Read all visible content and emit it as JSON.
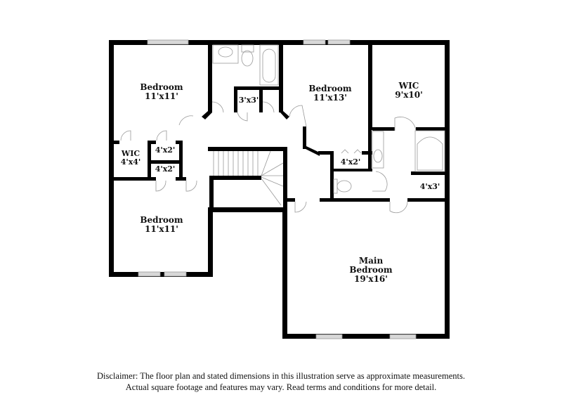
{
  "rooms": {
    "bedroom_nw": {
      "name": "Bedroom",
      "dims": "11'x11'"
    },
    "closet_3x3": {
      "name": "",
      "dims": "3'x3'"
    },
    "bedroom_n": {
      "name": "Bedroom",
      "dims": "11'x13'"
    },
    "wic_ne": {
      "name": "WIC",
      "dims": "9'x10'"
    },
    "wic_w": {
      "name": "WIC",
      "dims": "4'x4'"
    },
    "closet_4x2_a": {
      "name": "",
      "dims": "4'x2'"
    },
    "closet_4x2_b": {
      "name": "",
      "dims": "4'x2'"
    },
    "closet_4x2_c": {
      "name": "",
      "dims": "4'x2'"
    },
    "closet_4x3": {
      "name": "",
      "dims": "4'x3'"
    },
    "bedroom_sw": {
      "name": "Bedroom",
      "dims": "11'x11'"
    },
    "main_bedroom": {
      "name_line1": "Main",
      "name_line2": "Bedroom",
      "dims": "19'x16'"
    }
  },
  "disclaimer": {
    "line1": "Disclaimer: The floor plan and stated dimensions in this illustration serve as approximate measurements.",
    "line2": "Actual square footage and features may vary. Read terms and conditions for more detail."
  },
  "colors": {
    "wall": "#000000",
    "fixture": "#999999",
    "window": "#d8d8d8",
    "background": "#ffffff"
  }
}
